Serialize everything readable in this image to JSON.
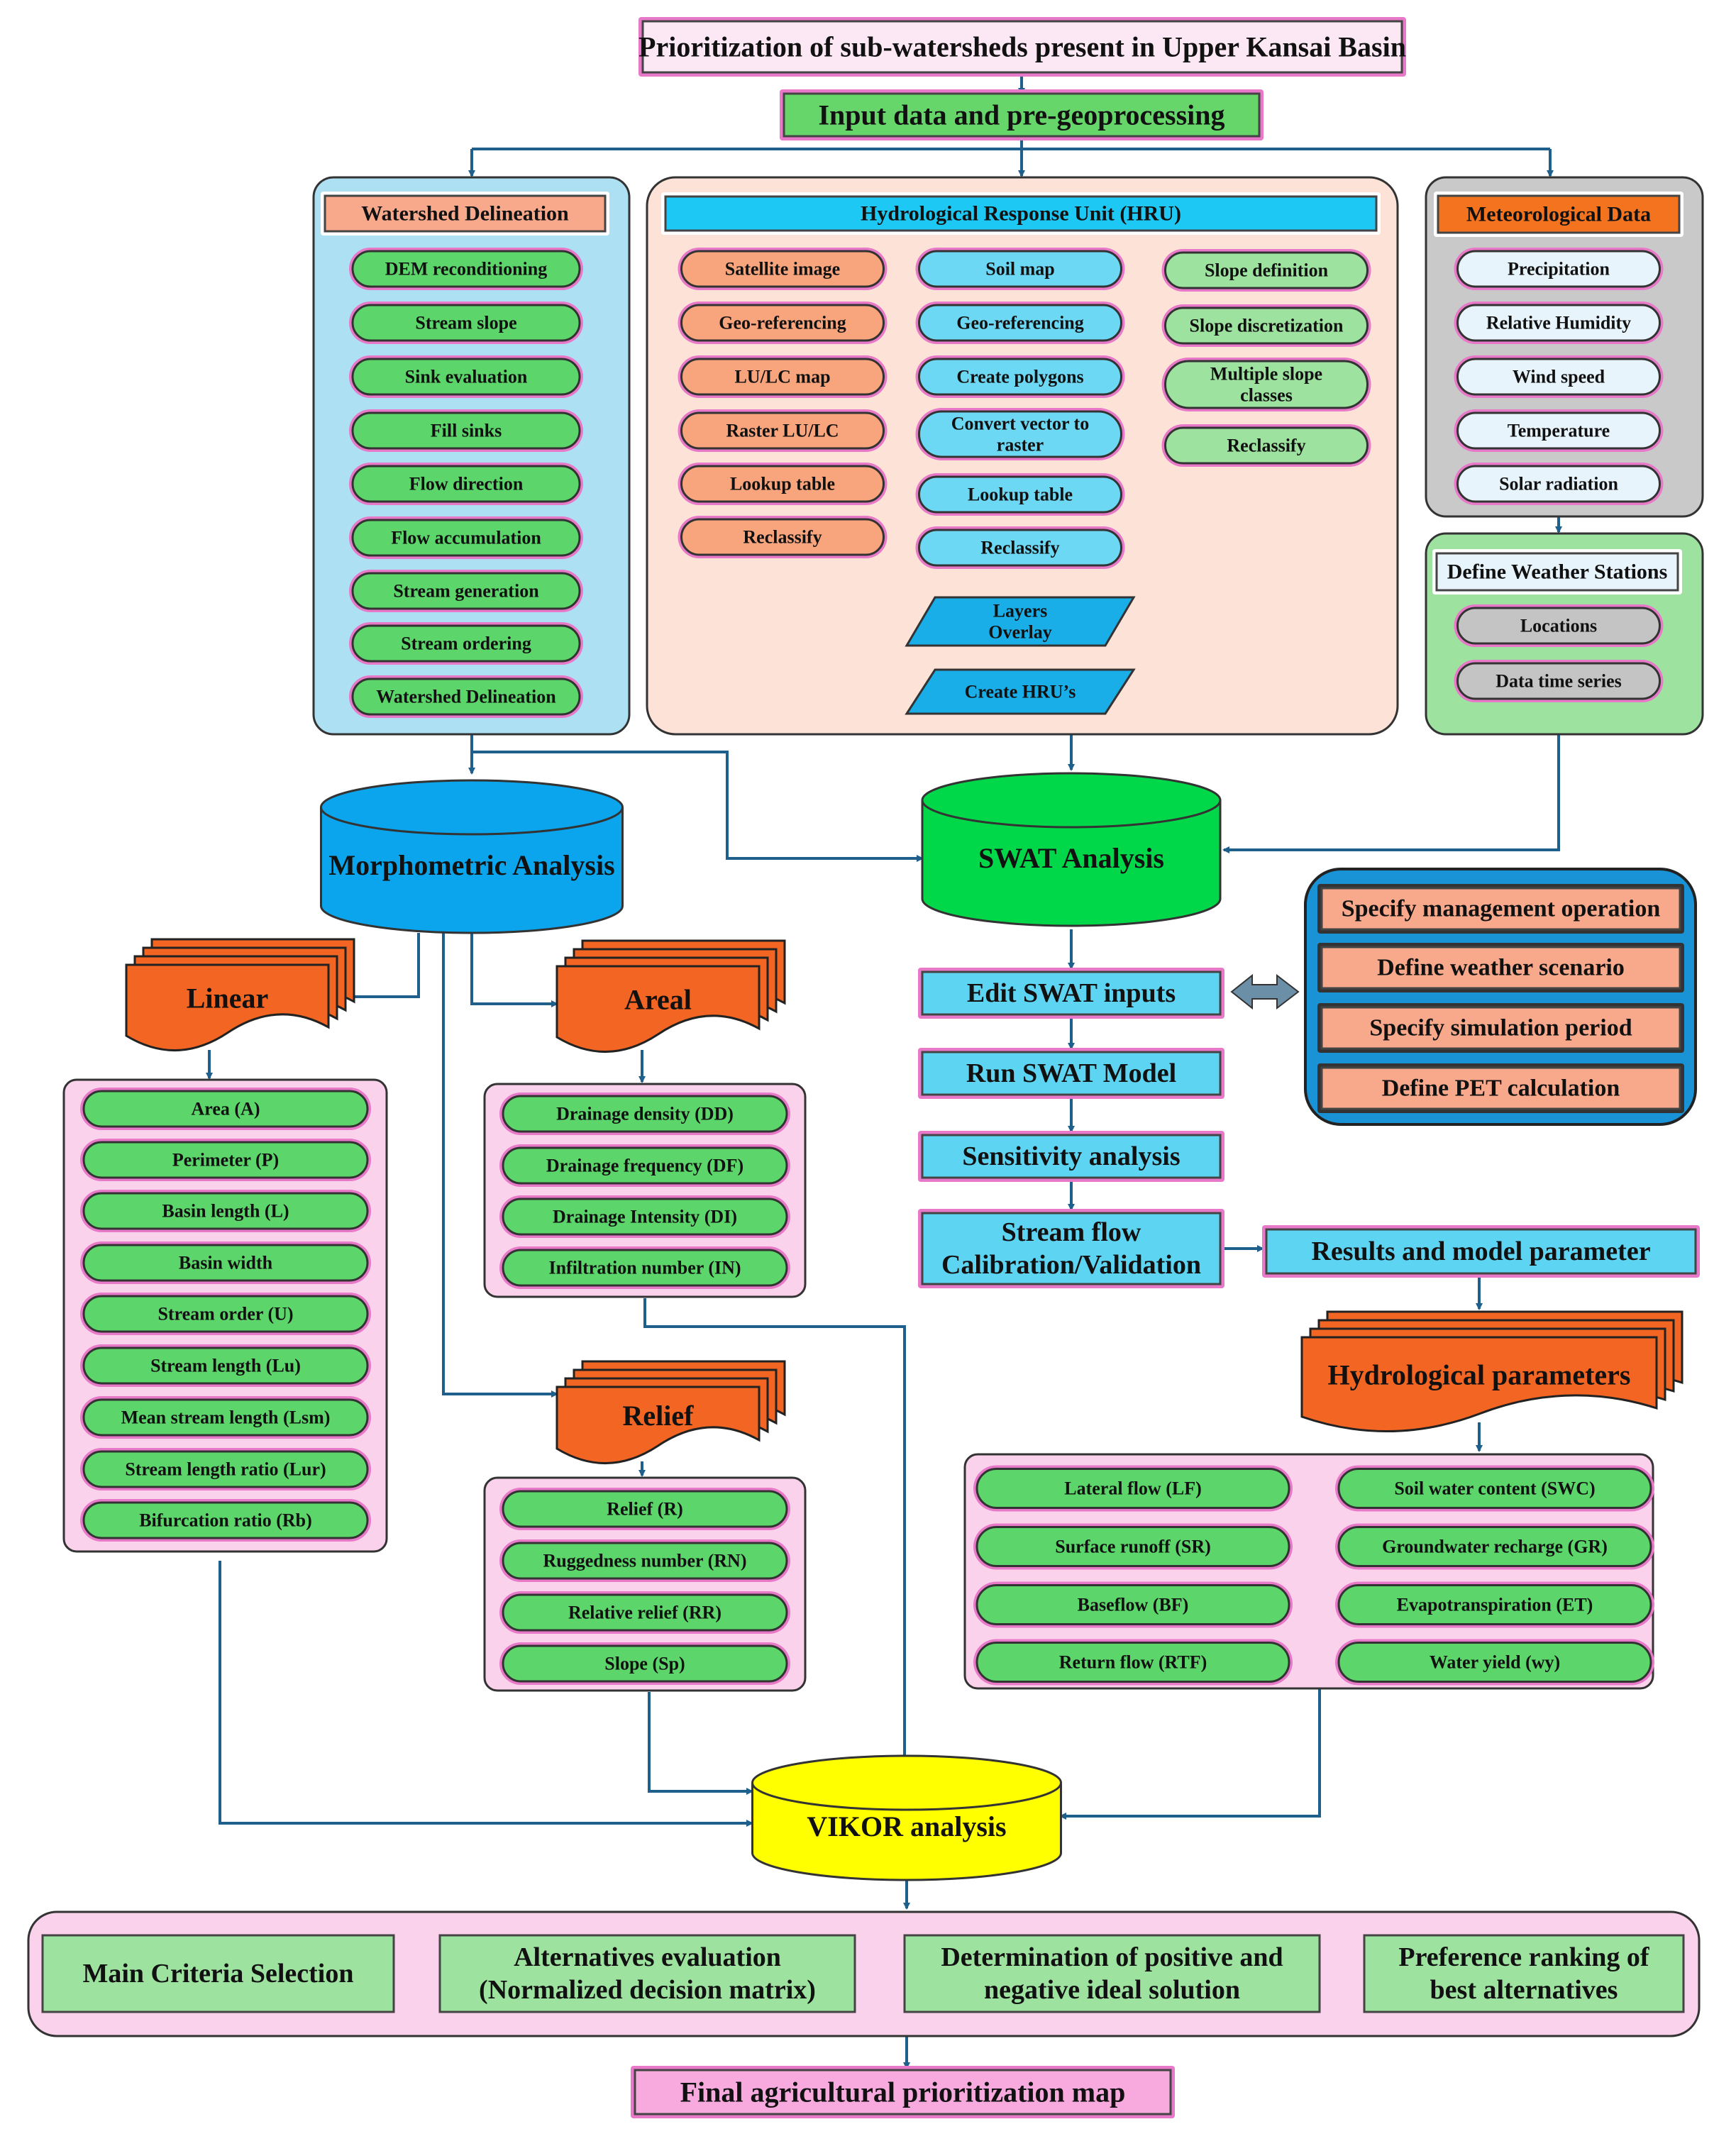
{
  "title": "Prioritization of sub-watersheds present in Upper Kansai Basin",
  "input": "Input data and pre-geoprocessing",
  "watershed": {
    "header": "Watershed  Delineation",
    "steps": [
      "DEM reconditioning",
      "Stream slope",
      "Sink evaluation",
      "Fill sinks",
      "Flow direction",
      "Flow accumulation",
      "Stream generation",
      "Stream ordering",
      "Watershed Delineation"
    ]
  },
  "hru": {
    "header": "Hydrological Response Unit (HRU)",
    "col1": [
      "Satellite image",
      "Geo-referencing",
      "LU/LC map",
      "Raster LU/LC",
      "Lookup table",
      "Reclassify"
    ],
    "col2": [
      "Soil map",
      "Geo-referencing",
      "Create polygons",
      "Convert vector to raster",
      "Lookup table",
      "Reclassify"
    ],
    "col3": [
      "Slope definition",
      "Slope discretization",
      "Multiple slope classes",
      "Reclassify"
    ],
    "overlay": "Layers Overlay",
    "create": "Create HRU’s"
  },
  "meteo": {
    "header": "Meteorological Data",
    "items": [
      "Precipitation",
      "Relative Humidity",
      "Wind speed",
      "Temperature",
      "Solar radiation"
    ]
  },
  "weather": {
    "header": "Define Weather Stations",
    "items": [
      "Locations",
      "Data time series"
    ]
  },
  "morphometric": "Morphometric Analysis",
  "swat": "SWAT Analysis",
  "linear": {
    "label": "Linear",
    "items": [
      "Area (A)",
      "Perimeter (P)",
      "Basin length (L)",
      "Basin width",
      "Stream order (U)",
      "Stream length (Lu)",
      "Mean stream length (Lsm)",
      "Stream length ratio (Lur)",
      "Bifurcation ratio (Rb)"
    ]
  },
  "areal": {
    "label": "Areal",
    "items": [
      "Drainage density (DD)",
      "Drainage frequency (DF)",
      "Drainage Intensity (DI)",
      "Infiltration number (IN)"
    ]
  },
  "relief": {
    "label": "Relief",
    "items": [
      "Relief (R)",
      "Ruggedness number (RN)",
      "Relative relief (RR)",
      "Slope (Sp)"
    ]
  },
  "swat_steps": [
    "Edit SWAT inputs",
    "Run SWAT Model",
    "Sensitivity analysis",
    "Stream flow Calibration/Validation"
  ],
  "swat_options": [
    "Specify management operation",
    "Define weather scenario",
    "Specify simulation period",
    "Define PET calculation"
  ],
  "results": "Results and model parameter",
  "hydro": {
    "label": "Hydrological parameters",
    "items": [
      "Lateral flow (LF)",
      "Soil water content (SWC)",
      "Surface runoff (SR)",
      "Groundwater recharge (GR)",
      "Baseflow (BF)",
      "Evapotranspiration (ET)",
      "Return flow (RTF)",
      "Water yield (wy)"
    ]
  },
  "vikor": "VIKOR analysis",
  "vikor_steps": [
    "Main Criteria Selection",
    "Alternatives evaluation (Normalized decision matrix)",
    "Determination of positive and negative ideal solution",
    "Preference ranking of best alternatives"
  ],
  "final": "Final agricultural prioritization map"
}
